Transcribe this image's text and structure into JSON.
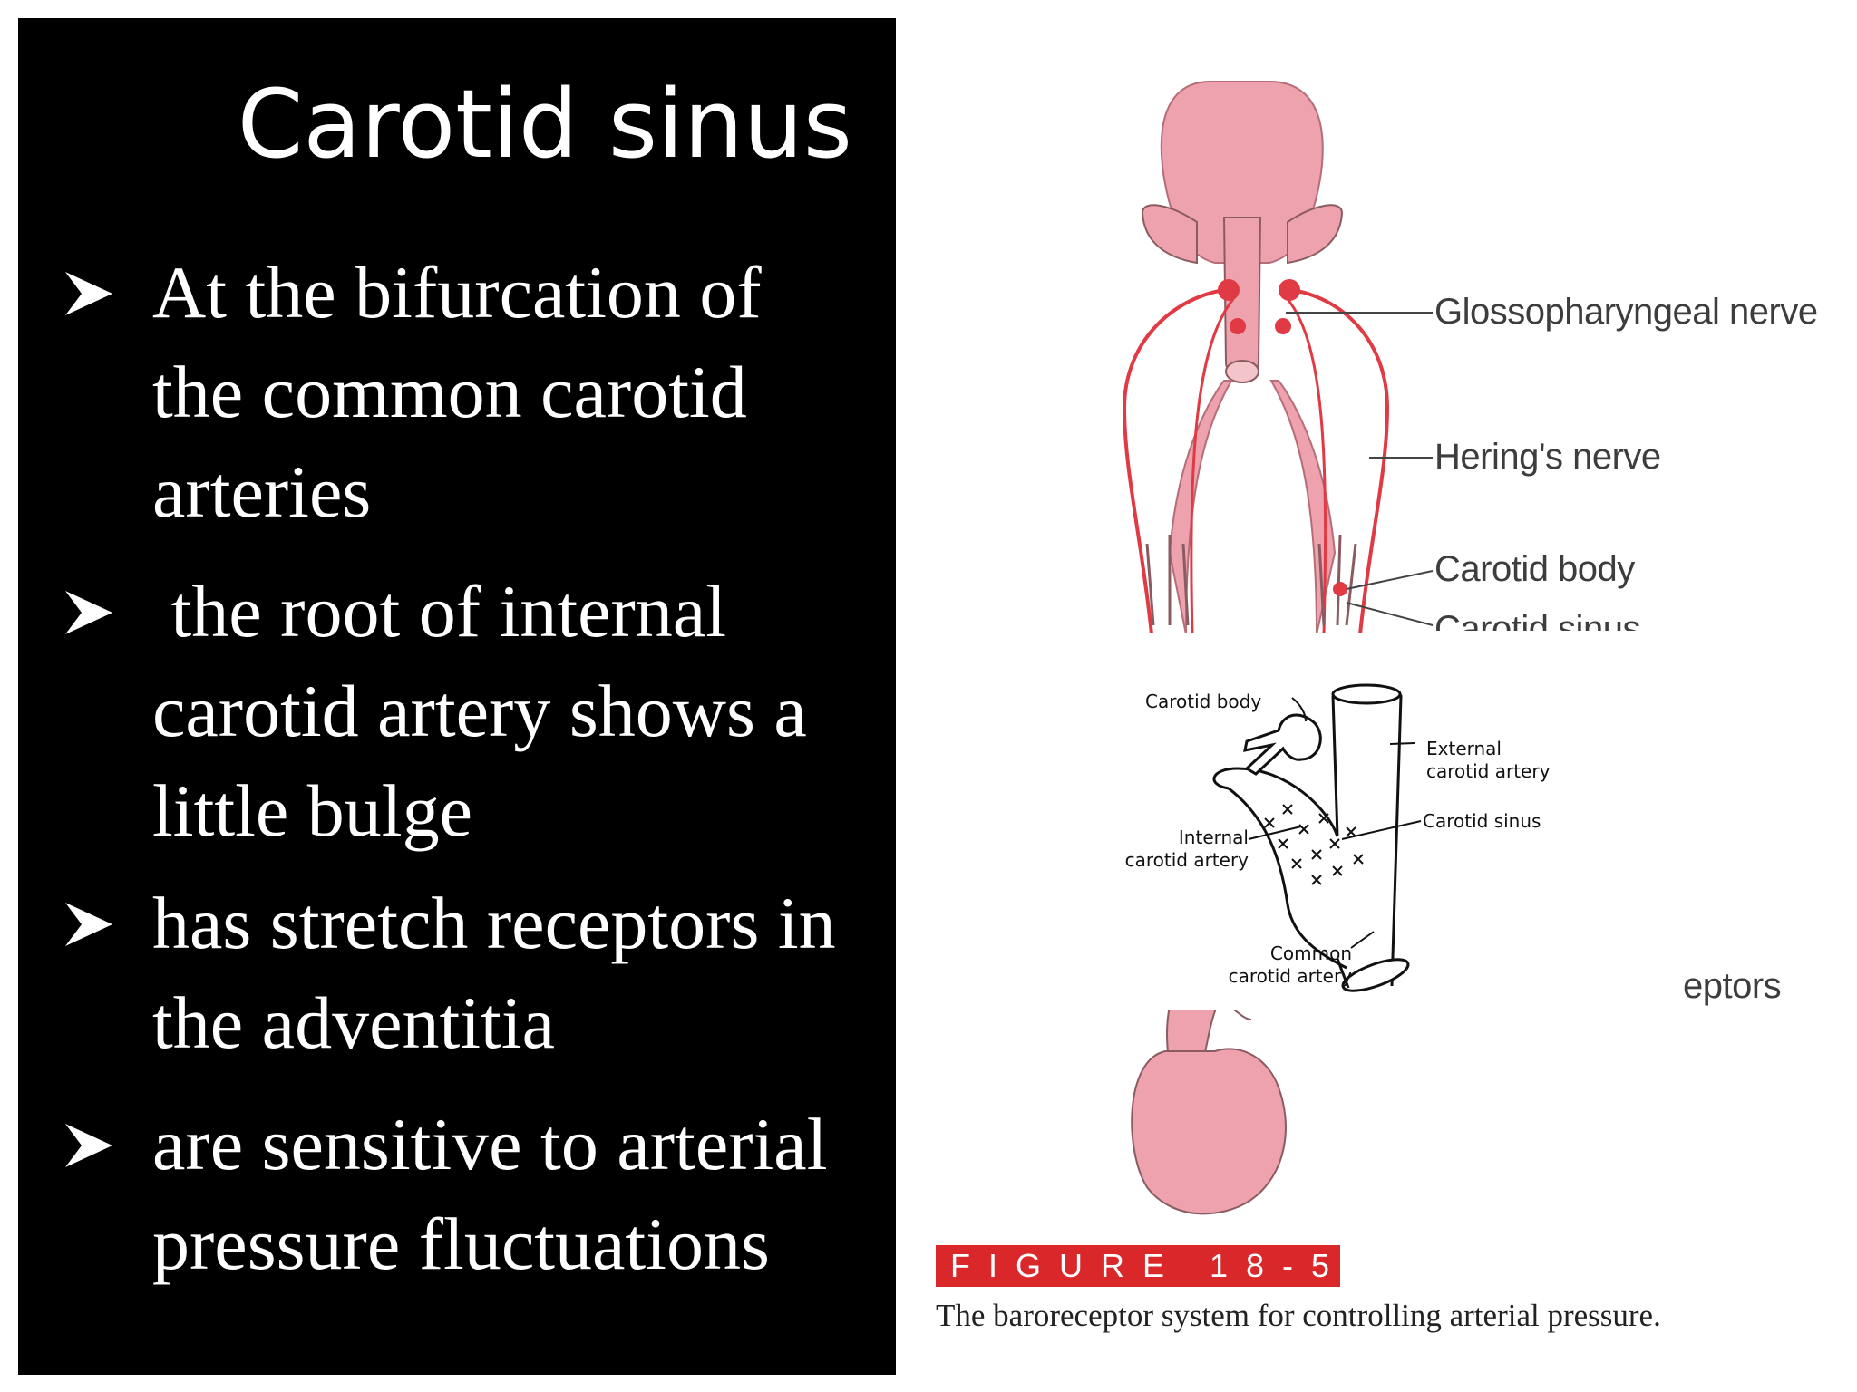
{
  "slide": {
    "title": "Carotid sinus",
    "bullets": [
      {
        "lines": [
          "At the bifurcation of",
          "the common carotid",
          "arteries"
        ]
      },
      {
        "lines": [
          " the root of internal",
          "carotid artery shows a",
          "little bulge"
        ]
      },
      {
        "lines": [
          "has stretch receptors in",
          "the adventitia"
        ]
      },
      {
        "lines": [
          "are sensitive to arterial",
          "pressure fluctuations"
        ]
      }
    ]
  },
  "figure": {
    "labels": {
      "glossopharyngeal": "Glossopharyngeal nerve",
      "herings": "Hering's nerve",
      "carotid_body": "Carotid body",
      "carotid_sinus_partial": "Carotid sinus",
      "receptors_partial": "eptors"
    },
    "inset": {
      "carotid_body": "Carotid body",
      "external": "External\ncarotid artery",
      "carotid_sinus": "Carotid sinus",
      "internal": "Internal\ncarotid artery",
      "common": "Common\ncarotid artery"
    },
    "banner": "FIGURE 18-5",
    "caption": "The baroreceptor system for controlling arterial pressure."
  },
  "colors": {
    "panel": "#000000",
    "anatomy_fill": "#eea2ad",
    "nerve": "#e03a44",
    "banner": "#d9272a"
  }
}
